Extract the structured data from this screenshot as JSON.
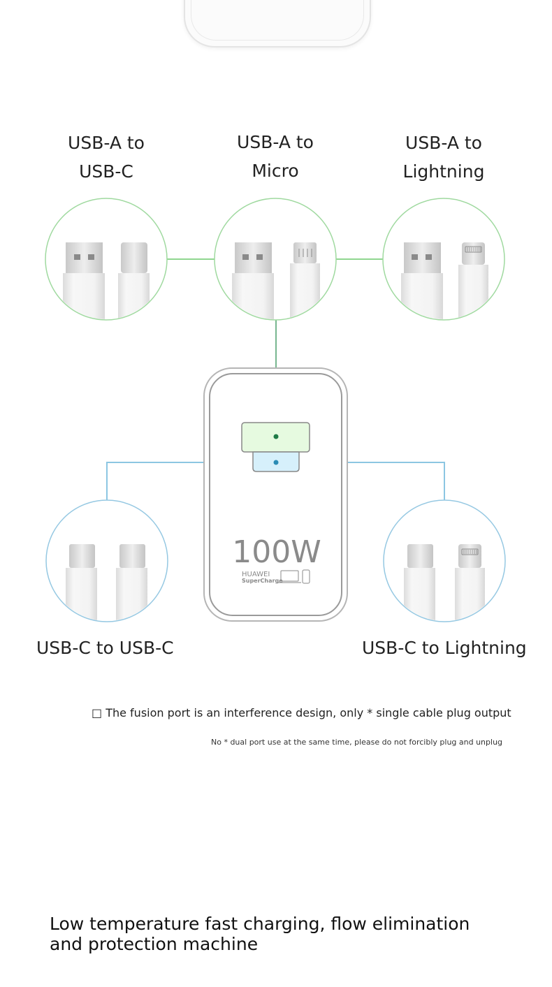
{
  "cables_top": [
    {
      "label": "USB-A to\nUSB-C",
      "connectors": [
        "usb-a",
        "usb-c"
      ]
    },
    {
      "label": "USB-A to\nMicro",
      "connectors": [
        "usb-a",
        "micro-usb"
      ]
    },
    {
      "label": "USB-A to\nLightning",
      "connectors": [
        "usb-a",
        "lightning"
      ]
    }
  ],
  "cables_bottom": [
    {
      "label": "USB-C to USB-C",
      "connectors": [
        "usb-c",
        "usb-c"
      ]
    },
    {
      "label": "USB-C to Lightning",
      "connectors": [
        "usb-c",
        "lightning"
      ]
    }
  ],
  "charger": {
    "wattage": "100W",
    "brand": "HUAWEI",
    "sub_brand": "SuperCharge"
  },
  "notes": {
    "line1": "□ The fusion port is an interference design, only * single cable plug output",
    "line2": "No * dual port use at the same time, please do not forcibly plug and unplug"
  },
  "headline": "Low temperature fast charging, flow elimination and protection machine",
  "colors": {
    "usb_a_line": "#8fd68f",
    "usb_a_port": "#e6fae0",
    "usb_a_dot": "#1e7a46",
    "usb_c_line": "#8cc6e2",
    "usb_c_port": "#d6f0fb",
    "usb_c_dot": "#2a8cb5",
    "charger_outline": "#b5b5b5"
  }
}
